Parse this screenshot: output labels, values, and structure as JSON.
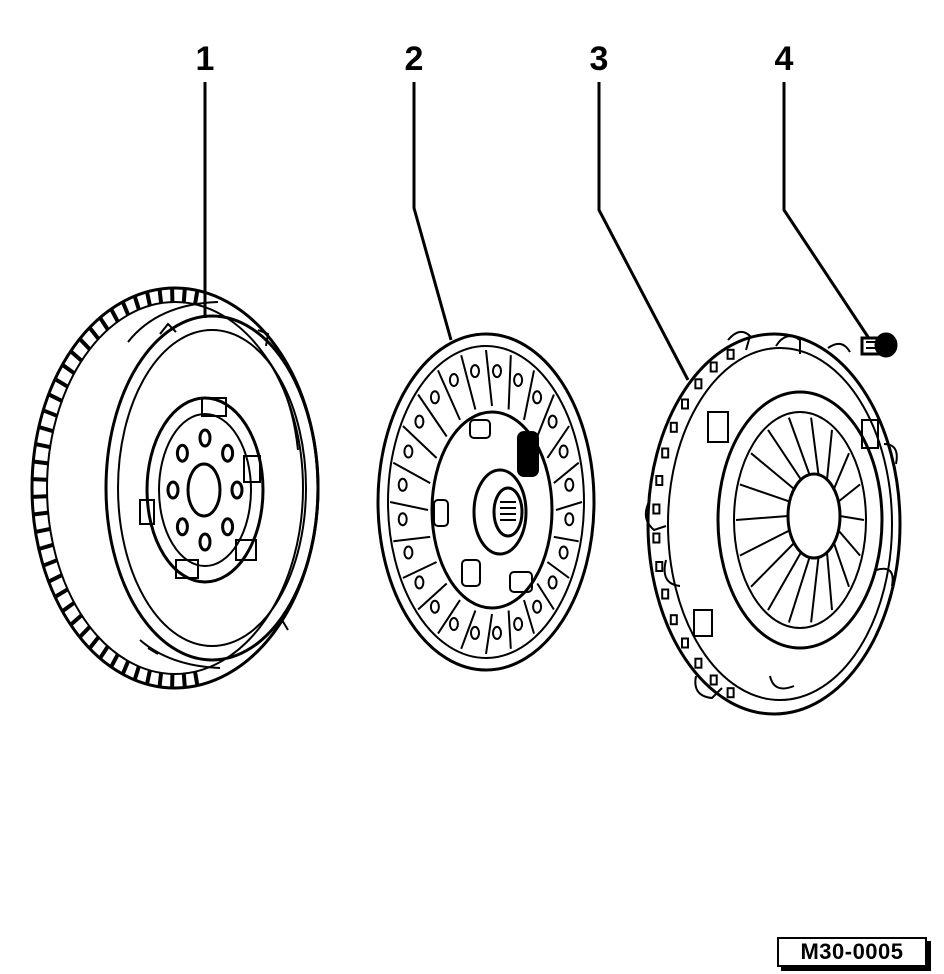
{
  "callouts": [
    {
      "label": "1"
    },
    {
      "label": "2"
    },
    {
      "label": "3"
    },
    {
      "label": "4"
    }
  ],
  "reference_code": "M30-0005",
  "colors": {
    "ink": "#000000",
    "paper": "#ffffff"
  }
}
